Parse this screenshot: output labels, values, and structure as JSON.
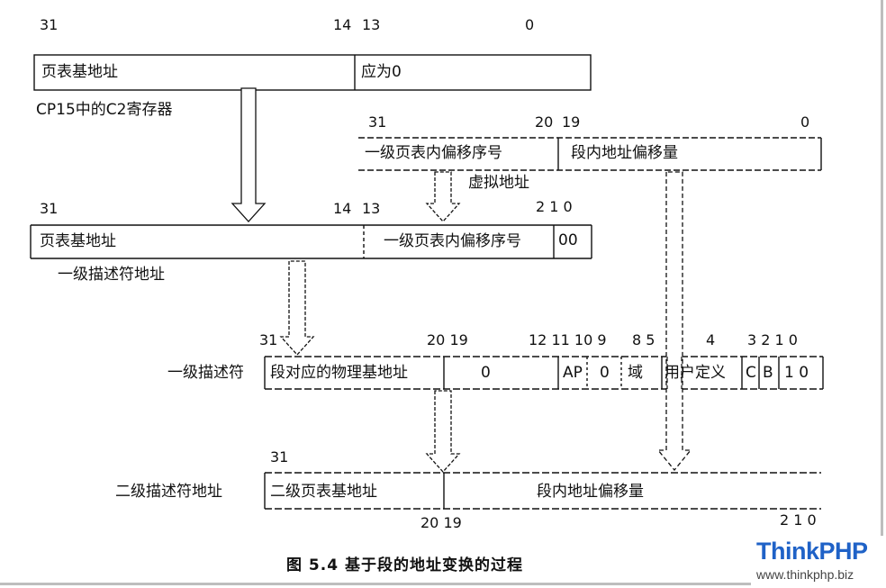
{
  "register_c2": {
    "bit_31": "31",
    "bit_14": "14",
    "bit_13": "13",
    "bit_0": "0",
    "field_base": "页表基地址",
    "field_zero": "应为0",
    "caption": "CP15中的C2寄存器"
  },
  "virtual_address": {
    "bit_31": "31",
    "bit_20": "20",
    "bit_19": "19",
    "bit_0": "0",
    "field_index": "一级页表内偏移序号",
    "field_offset": "段内地址偏移量",
    "caption": "虚拟地址"
  },
  "l1_descriptor_address": {
    "bit_31": "31",
    "bit_14": "14",
    "bit_13": "13",
    "bits_210": "2 1 0",
    "field_base": "页表基地址",
    "field_index": "一级页表内偏移序号",
    "field_low": "00",
    "caption": "一级描述符地址"
  },
  "l1_descriptor": {
    "label": "一级描述符",
    "bit_31": "31",
    "bits_2019": "20 19",
    "bits_1211109": "12 11 10 9",
    "bits_85": "8 5",
    "bit_4": "4",
    "bits_3210": "3 2 1 0",
    "field_phys_base": "段对应的物理基地址",
    "field_zero": "0",
    "field_ap": "AP",
    "field_zero2": "0",
    "field_domain": "域",
    "field_user": "用户定义",
    "field_c": "C",
    "field_b": "B",
    "field_type": "1 0"
  },
  "l2_descriptor_address": {
    "label": "二级描述符地址",
    "bit_31": "31",
    "bits_2019": "20 19",
    "bits_210": "2 1 0",
    "field_base": "二级页表基地址",
    "field_offset": "段内地址偏移量"
  },
  "figure_caption": "图 5.4  基于段的地址变换的过程",
  "watermark": {
    "brand": "ThinkPHP",
    "url": "www.thinkphp.biz",
    "color": "#1f62c7"
  }
}
